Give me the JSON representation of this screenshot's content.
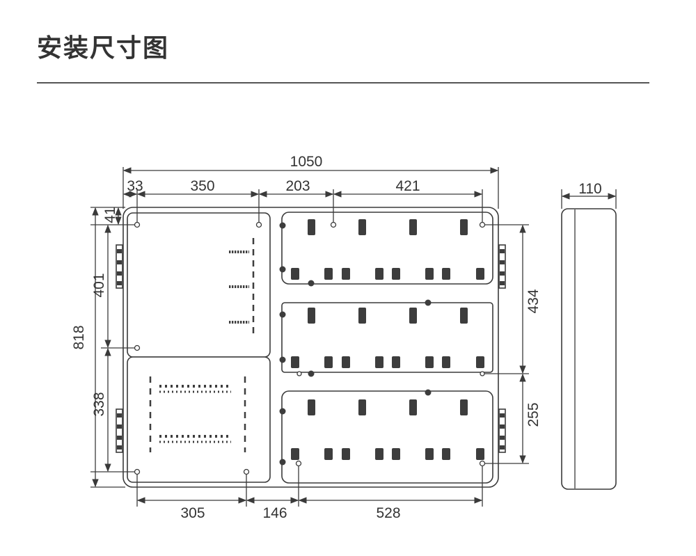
{
  "title": "安装尺寸图",
  "dimensions": {
    "total_width": "1050",
    "top_left_offset": "33",
    "top_left_width": "350",
    "top_mid_width": "203",
    "top_right_width": "421",
    "top_vertical_offset": "41",
    "left_upper_height": "401",
    "total_height": "818",
    "left_lower_height": "338",
    "right_upper_height": "434",
    "right_lower_height": "255",
    "bottom_left_width": "305",
    "bottom_mid_width": "146",
    "bottom_right_width": "528",
    "depth": "110"
  }
}
